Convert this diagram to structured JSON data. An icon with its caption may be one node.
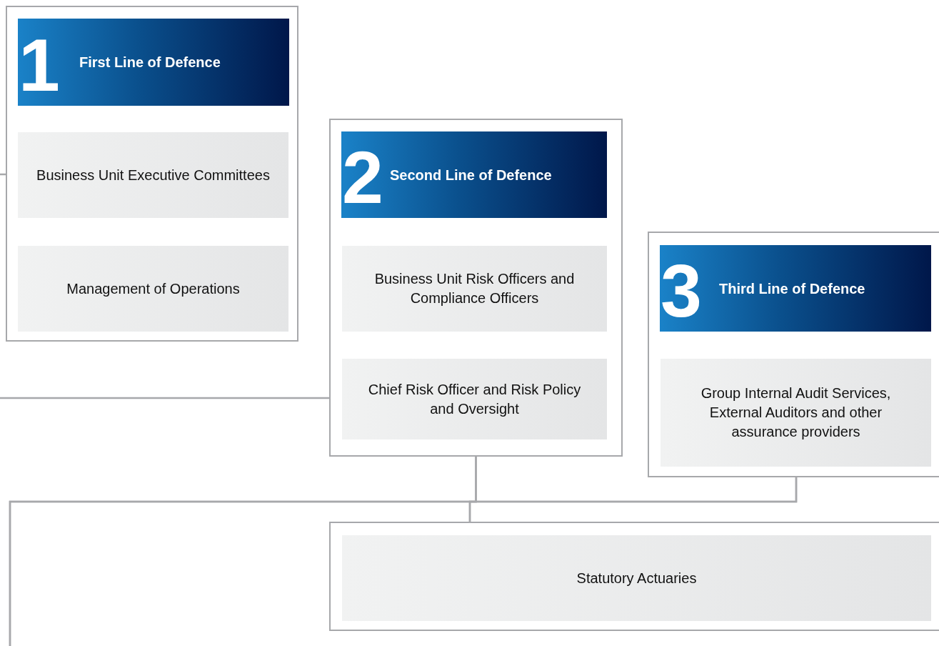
{
  "diagram": {
    "nodes": [
      {
        "text": [],
        "shape": "box"
      },
      {
        "text": [
          "1",
          "First Line of Defence"
        ],
        "in": 0
      },
      {
        "text": [
          "Business Unit Executive Committees"
        ],
        "in": 0
      },
      {
        "text": [
          "Management of Operations"
        ],
        "in": 0
      },
      {
        "text": [],
        "shape": "box"
      },
      {
        "text": [
          "2",
          "Second Line of Defence"
        ],
        "in": 4
      },
      {
        "text": [
          "Business Unit Risk Officers and Compliance Officers"
        ],
        "in": 4
      },
      {
        "text": [
          "Chief Risk Officer and Risk Policy and Oversight"
        ],
        "in": 4
      },
      {
        "text": [],
        "shape": "box"
      },
      {
        "text": [
          "3",
          "Third Line of Defence"
        ],
        "in": 8
      },
      {
        "text": [
          "Group Internal Audit Services, External Auditors and other assurance providers"
        ],
        "in": 8
      },
      {
        "text": [],
        "shape": "box"
      },
      {
        "text": [
          "Statutory Actuaries"
        ],
        "in": 11
      }
    ],
    "edges": [
      {
        "from": null,
        "to": 0,
        "arrow": "none"
      },
      {
        "from": null,
        "to": 4,
        "arrow": "none"
      },
      {
        "from": 4,
        "to": 11,
        "arrow": "none"
      },
      {
        "from": 8,
        "to": 11,
        "arrow": "none"
      },
      {
        "from": 4,
        "to": null,
        "arrow": "none"
      },
      {
        "from": 8,
        "to": null,
        "arrow": "none"
      }
    ]
  }
}
